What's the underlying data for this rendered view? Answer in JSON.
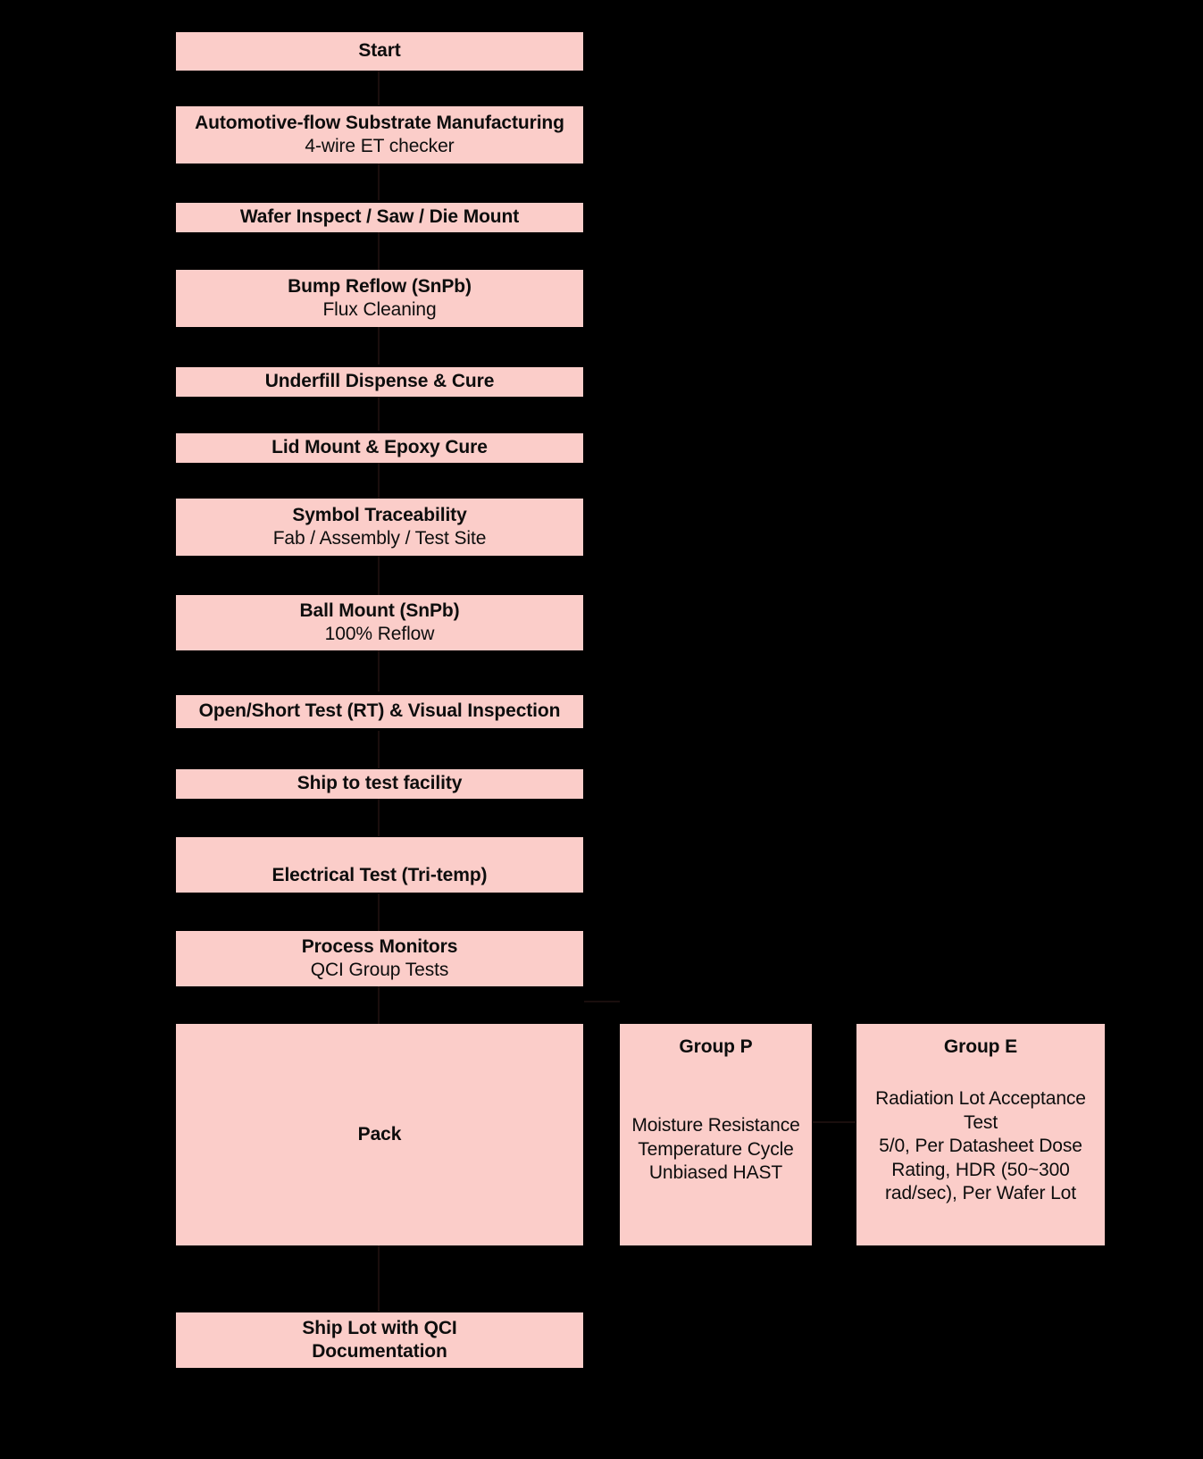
{
  "diagram": {
    "title_visible": false,
    "background_color": "#000000",
    "node_fill_color": "#fbcdc9",
    "node_text_color": "#0d0d0d"
  },
  "main_flow": [
    {
      "id": "start",
      "primary": "Start",
      "secondary": ""
    },
    {
      "id": "substrate",
      "primary": "Automotive-flow Substrate Manufacturing",
      "secondary": "4-wire ET checker"
    },
    {
      "id": "wafer",
      "primary": "Wafer Inspect / Saw / Die Mount",
      "secondary": ""
    },
    {
      "id": "bump",
      "primary": "Bump Reflow (SnPb)",
      "secondary": "Flux Cleaning"
    },
    {
      "id": "underfill",
      "primary": "Underfill Dispense & Cure",
      "secondary": ""
    },
    {
      "id": "lid",
      "primary": "Lid Mount & Epoxy Cure",
      "secondary": ""
    },
    {
      "id": "symbol",
      "primary": "Symbol Traceability",
      "secondary": "Fab / Assembly / Test Site"
    },
    {
      "id": "ball",
      "primary": "Ball Mount (SnPb)",
      "secondary": "100% Reflow"
    },
    {
      "id": "openshort",
      "primary": "Open/Short Test (RT) & Visual Inspection",
      "secondary": ""
    },
    {
      "id": "ship-test",
      "primary": "Ship to test facility",
      "secondary": ""
    },
    {
      "id": "etest",
      "primary": "Electrical Test (Tri-temp)",
      "secondary": ""
    },
    {
      "id": "process-monitors",
      "primary": "Process Monitors",
      "secondary": "QCI Group Tests"
    },
    {
      "id": "pack",
      "primary": "Pack",
      "secondary": ""
    },
    {
      "id": "ship-lot",
      "primary": "Ship Lot with QCI Documentation",
      "secondary": ""
    }
  ],
  "qci_groups": [
    {
      "id": "group-p",
      "title": "Group P",
      "lines": [
        "Moisture Resistance",
        "Temperature Cycle",
        "Unbiased HAST"
      ]
    },
    {
      "id": "group-e",
      "title": "Group E",
      "lines": [
        "Radiation Lot Acceptance Test",
        "5/0, Per Datasheet Dose Rating, HDR (50~300 rad/sec), Per Wafer Lot"
      ]
    }
  ]
}
